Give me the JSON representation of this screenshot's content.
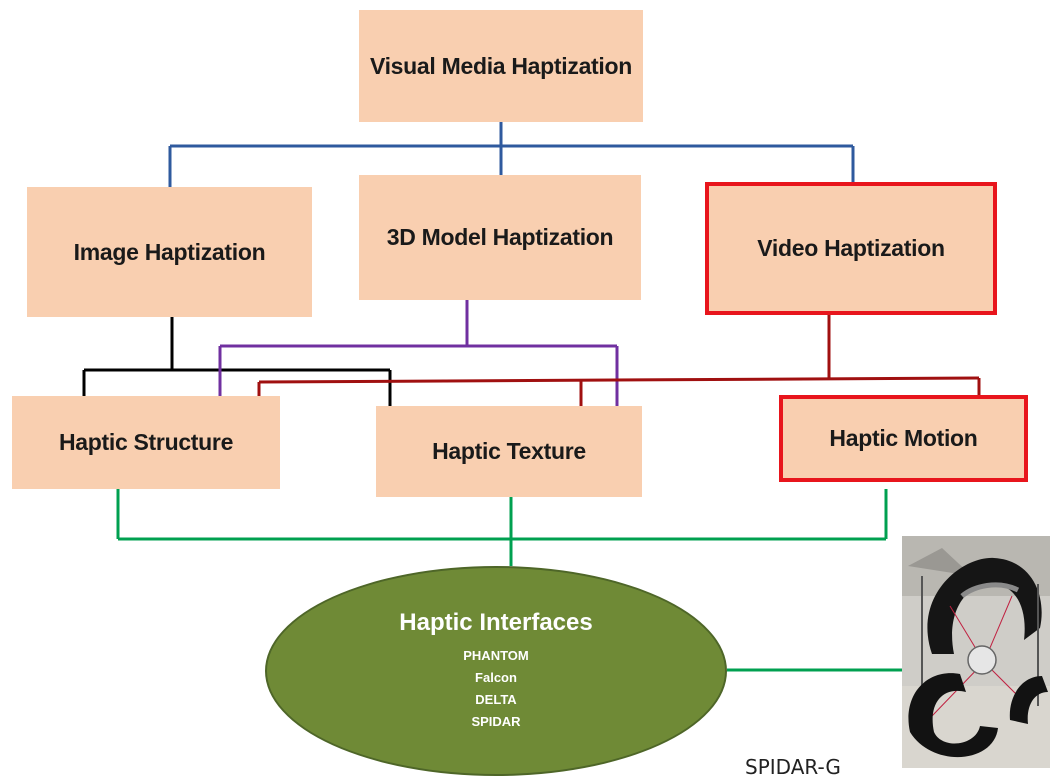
{
  "diagram": {
    "root": "Visual Media Haptization",
    "branches": [
      {
        "id": "image",
        "label": "Image Haptization",
        "highlighted": false
      },
      {
        "id": "model",
        "label": "3D Model Haptization",
        "highlighted": false
      },
      {
        "id": "video",
        "label": "Video Haptization",
        "highlighted": true
      }
    ],
    "outputs": [
      {
        "id": "structure",
        "label": "Haptic Structure",
        "highlighted": false
      },
      {
        "id": "texture",
        "label": "Haptic Texture",
        "highlighted": false
      },
      {
        "id": "motion",
        "label": "Haptic Motion",
        "highlighted": true
      }
    ],
    "interfaces": {
      "title": "Haptic Interfaces",
      "devices": [
        "PHANTOM",
        "Falcon",
        "DELTA",
        "SPIDAR"
      ]
    },
    "photo_caption": "SPIDAR-G",
    "edges": [
      {
        "from": "Visual Media Haptization",
        "to": "Image Haptization"
      },
      {
        "from": "Visual Media Haptization",
        "to": "3D Model Haptization"
      },
      {
        "from": "Visual Media Haptization",
        "to": "Video Haptization"
      },
      {
        "from": "Image Haptization",
        "to": "Haptic Structure"
      },
      {
        "from": "Image Haptization",
        "to": "Haptic Texture"
      },
      {
        "from": "3D Model Haptization",
        "to": "Haptic Structure"
      },
      {
        "from": "3D Model Haptization",
        "to": "Haptic Texture"
      },
      {
        "from": "Video Haptization",
        "to": "Haptic Structure"
      },
      {
        "from": "Video Haptization",
        "to": "Haptic Texture"
      },
      {
        "from": "Video Haptization",
        "to": "Haptic Motion"
      },
      {
        "from": "Haptic Structure",
        "to": "Haptic Interfaces"
      },
      {
        "from": "Haptic Texture",
        "to": "Haptic Interfaces"
      },
      {
        "from": "Haptic Motion",
        "to": "Haptic Interfaces"
      },
      {
        "from": "Haptic Interfaces",
        "to": "SPIDAR-G"
      }
    ]
  },
  "colors": {
    "box_fill": "#f9cfb0",
    "highlight_border": "#e8151c",
    "root_connector": "#2f5a9e",
    "image_connector": "#000000",
    "model_connector": "#7030a0",
    "video_connector": "#a01010",
    "interface_connector": "#00a050",
    "ellipse_fill": "#6f8a36"
  }
}
